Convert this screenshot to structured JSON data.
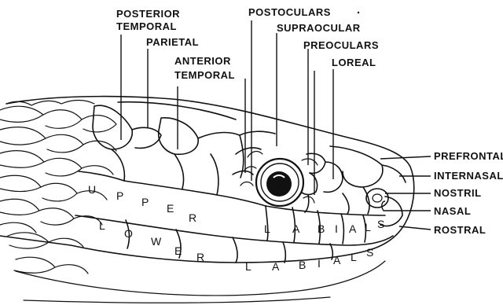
{
  "labels": {
    "posterior_temporal": [
      "POSTERIOR",
      "TEMPORAL"
    ],
    "parietal": "PARIETAL",
    "anterior_temporal": [
      "ANTERIOR",
      "TEMPORAL"
    ],
    "postoculars": "POSTOCULARS",
    "supraocular": "SUPRAOCULAR",
    "preoculars": "PREOCULARS",
    "loreal": "LOREAL",
    "prefrontal": "PREFRONTAL",
    "internasal": "INTERNASAL",
    "nostril": "NOSTRIL",
    "nasal": "NASAL",
    "rostral": "ROSTRAL"
  },
  "inscriptions": {
    "upper_letters": [
      "U",
      "P",
      "P",
      "E",
      "R"
    ],
    "lower_letters": [
      "L",
      "O",
      "W",
      "E",
      "R"
    ],
    "upper_labials_letters": [
      "L",
      "A",
      "B",
      "I",
      "A",
      "L",
      "S"
    ],
    "lower_labials_letters": [
      "L",
      "A",
      "B",
      "I",
      "A",
      "L",
      "S"
    ]
  }
}
